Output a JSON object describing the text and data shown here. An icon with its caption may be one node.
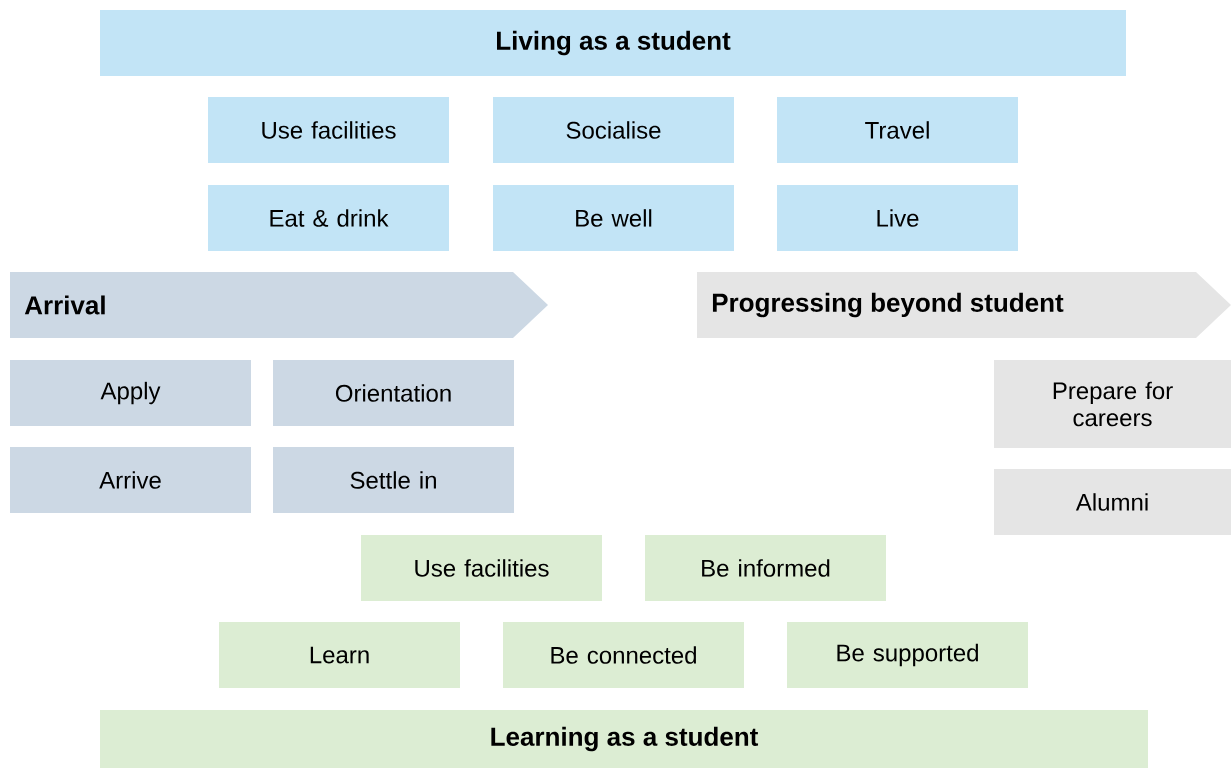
{
  "diagram": {
    "nodes": [
      {
        "text": [
          "Living as a student"
        ]
      },
      {
        "text": [
          "Use facilities"
        ]
      },
      {
        "text": [
          "Socialise"
        ]
      },
      {
        "text": [
          "Travel"
        ]
      },
      {
        "text": [
          "Eat & drink"
        ]
      },
      {
        "text": [
          "Be well"
        ]
      },
      {
        "text": [
          "Live"
        ]
      },
      {
        "text": [
          "Arrival"
        ]
      },
      {
        "text": [
          "Progressing beyond student"
        ]
      },
      {
        "text": [
          "Apply"
        ]
      },
      {
        "text": [
          "Orientation"
        ]
      },
      {
        "text": [
          "Prepare for careers"
        ]
      },
      {
        "text": [
          "Arrive"
        ]
      },
      {
        "text": [
          "Settle in"
        ]
      },
      {
        "text": [
          "Alumni"
        ]
      },
      {
        "text": [
          "Use facilities"
        ]
      },
      {
        "text": [
          "Be informed"
        ]
      },
      {
        "text": [
          "Learn"
        ]
      },
      {
        "text": [
          "Be connected"
        ]
      },
      {
        "text": [
          "Be supported"
        ]
      },
      {
        "text": [
          "Learning as a student"
        ]
      }
    ]
  }
}
